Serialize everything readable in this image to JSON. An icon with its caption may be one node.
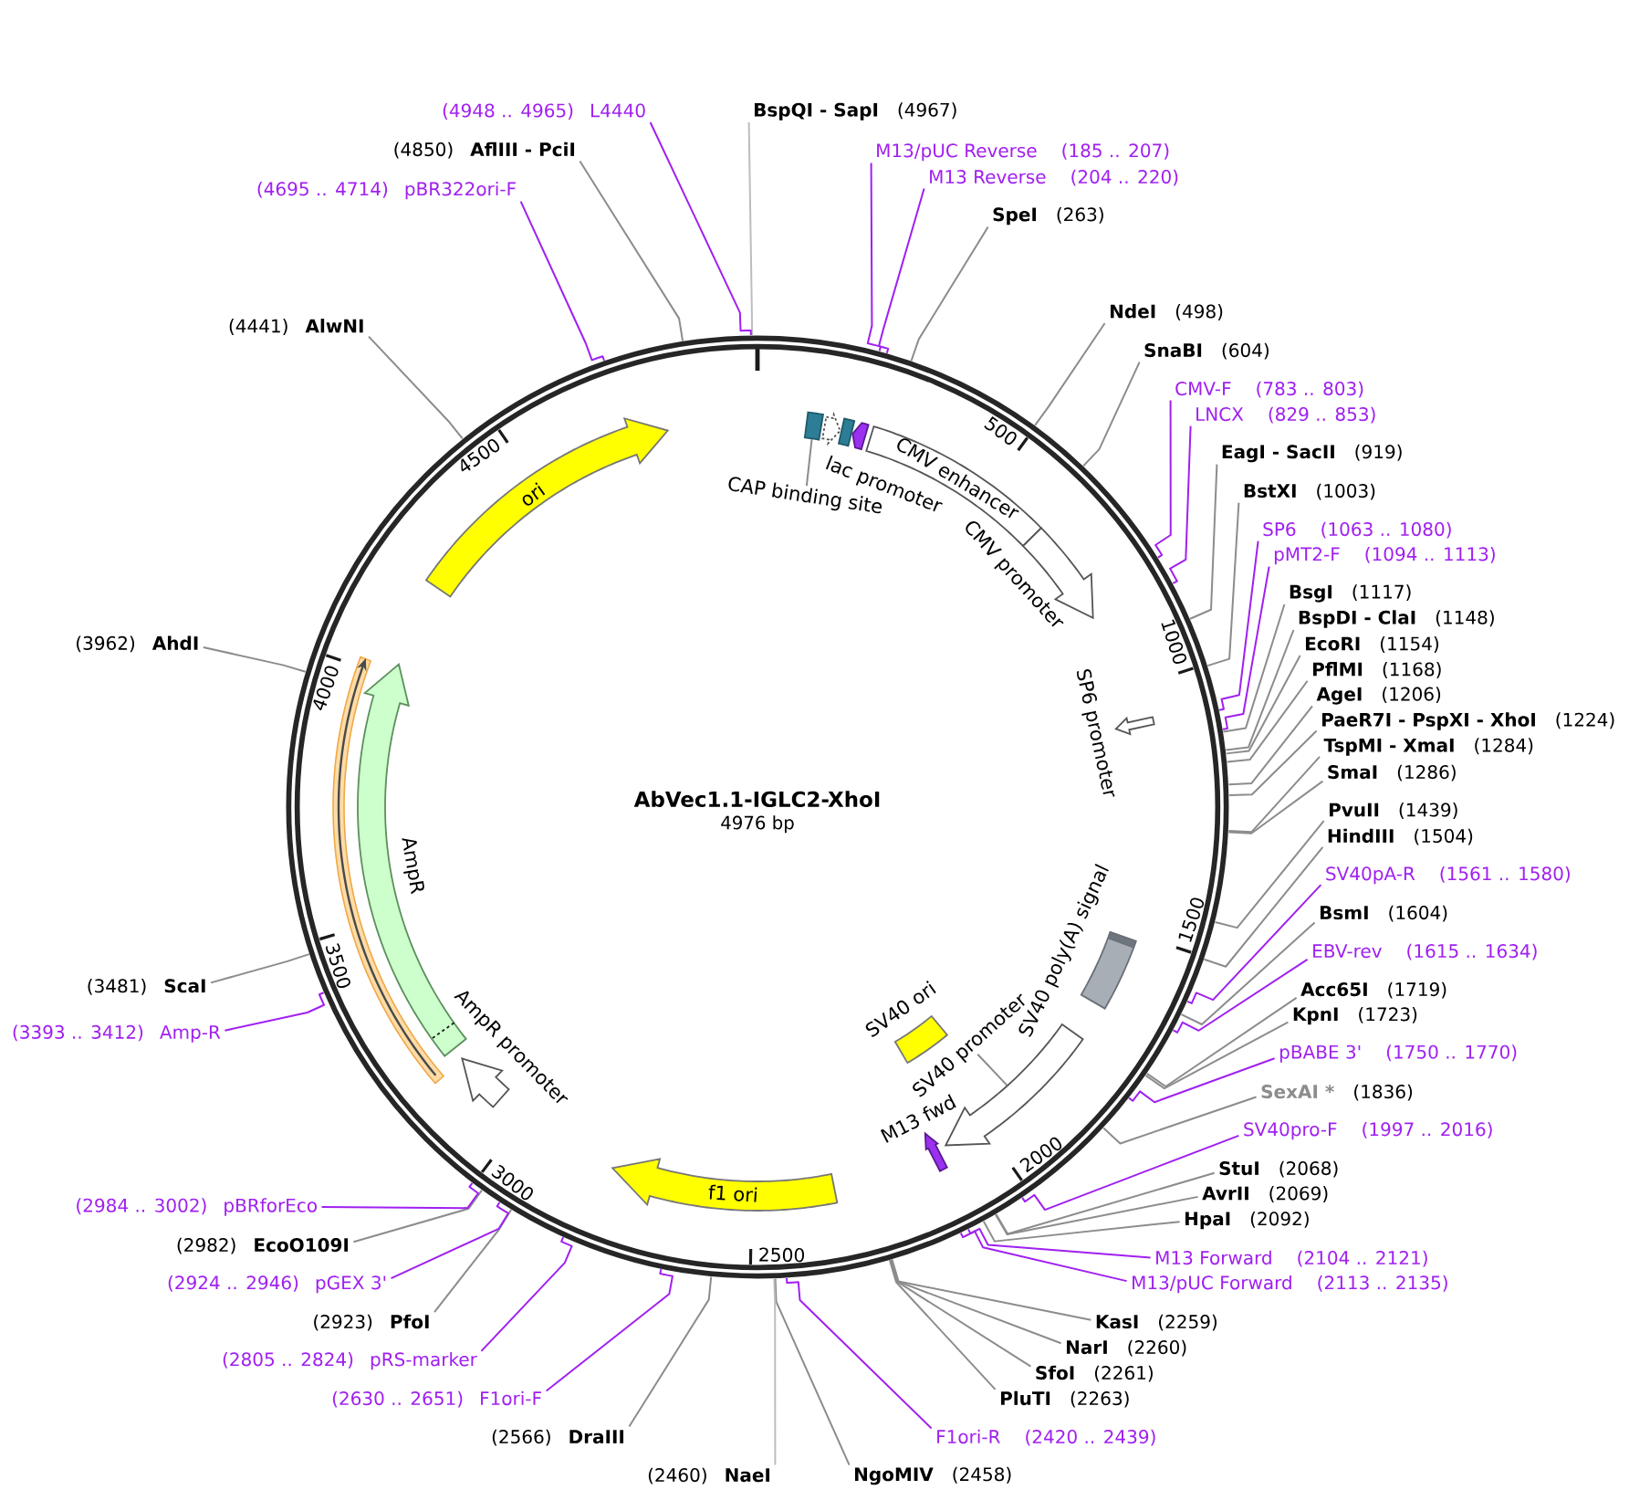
{
  "diagram": {
    "title": "AbVec1.1-IGLC2-XhoI",
    "nodes": [
      {
        "text": [
          "BspQI - SapI",
          "(4967)"
        ]
      },
      {
        "text": [
          "M13/pUC Reverse",
          "(185 .. 207)"
        ]
      },
      {
        "text": [
          "M13 Reverse",
          "(204 .. 220)"
        ]
      },
      {
        "text": [
          "SpeI",
          "(263)"
        ]
      },
      {
        "text": [
          "NdeI",
          "(498)"
        ]
      },
      {
        "text": [
          "SnaBI",
          "(604)"
        ]
      },
      {
        "text": [
          "CMV-F",
          "(783 .. 803)"
        ]
      },
      {
        "text": [
          "LNCX",
          "(829 .. 853)"
        ]
      },
      {
        "text": [
          "EagI - SacII",
          "(919)"
        ]
      },
      {
        "text": [
          "BstXI",
          "(1003)"
        ]
      },
      {
        "text": [
          "SP6",
          "(1063 .. 1080)"
        ]
      },
      {
        "text": [
          "pMT2-F",
          "(1094 .. 1113)"
        ]
      },
      {
        "text": [
          "BsgI",
          "(1117)"
        ]
      },
      {
        "text": [
          "BspDI - ClaI",
          "(1148)"
        ]
      },
      {
        "text": [
          "EcoRI",
          "(1154)"
        ]
      },
      {
        "text": [
          "PflMI",
          "(1168)"
        ]
      },
      {
        "text": [
          "AgeI",
          "(1206)"
        ]
      },
      {
        "text": [
          "PaeR7I - PspXI - XhoI",
          "(1224)"
        ]
      },
      {
        "text": [
          "TspMI - XmaI",
          "(1284)"
        ]
      },
      {
        "text": [
          "SmaI",
          "(1286)"
        ]
      },
      {
        "text": [
          "PvuII",
          "(1439)"
        ]
      },
      {
        "text": [
          "HindIII",
          "(1504)"
        ]
      },
      {
        "text": [
          "SV40pA-R",
          "(1561 .. 1580)"
        ]
      },
      {
        "text": [
          "BsmI",
          "(1604)"
        ]
      },
      {
        "text": [
          "EBV-rev",
          "(1615 .. 1634)"
        ]
      },
      {
        "text": [
          "Acc65I",
          "(1719)"
        ]
      },
      {
        "text": [
          "KpnI",
          "(1723)"
        ]
      },
      {
        "text": [
          "pBABE 3'",
          "(1750 .. 1770)"
        ]
      },
      {
        "text": [
          "SexAI *",
          "(1836)"
        ]
      },
      {
        "text": [
          "SV40pro-F",
          "(1997 .. 2016)"
        ]
      },
      {
        "text": [
          "StuI",
          "(2068)"
        ]
      },
      {
        "text": [
          "AvrII",
          "(2069)"
        ]
      },
      {
        "text": [
          "HpaI",
          "(2092)"
        ]
      },
      {
        "text": [
          "M13 Forward",
          "(2104 .. 2121)"
        ]
      },
      {
        "text": [
          "M13/pUC Forward",
          "(2113 .. 2135)"
        ]
      },
      {
        "text": [
          "KasI",
          "(2259)"
        ]
      },
      {
        "text": [
          "NarI",
          "(2260)"
        ]
      },
      {
        "text": [
          "SfoI",
          "(2261)"
        ]
      },
      {
        "text": [
          "PluTI",
          "(2263)"
        ]
      },
      {
        "text": [
          "F1ori-R",
          "(2420 .. 2439)"
        ]
      },
      {
        "text": [
          "NgoMIV",
          "(2458)"
        ]
      },
      {
        "text": [
          "(2460)",
          "NaeI"
        ]
      },
      {
        "text": [
          "(2566)",
          "DraIII"
        ]
      },
      {
        "text": [
          "(2630 .. 2651)",
          "F1ori-F"
        ]
      },
      {
        "text": [
          "(2805 .. 2824)",
          "pRS-marker"
        ]
      },
      {
        "text": [
          "(2923)",
          "PfoI"
        ]
      },
      {
        "text": [
          "(2924 .. 2946)",
          "pGEX 3'"
        ]
      },
      {
        "text": [
          "(2982)",
          "EcoO109I"
        ]
      },
      {
        "text": [
          "(2984 .. 3002)",
          "pBRforEco"
        ]
      },
      {
        "text": [
          "(3393 .. 3412)",
          "Amp-R"
        ]
      },
      {
        "text": [
          "(3481)",
          "ScaI"
        ]
      },
      {
        "text": [
          "(3962)",
          "AhdI"
        ]
      },
      {
        "text": [
          "(4441)",
          "AlwNI"
        ]
      },
      {
        "text": [
          "(4695 .. 4714)",
          "pBR322ori-F"
        ]
      },
      {
        "text": [
          "(4850)",
          "AflIII - PciI"
        ]
      },
      {
        "text": [
          "(4948 .. 4965)",
          "L4440"
        ]
      },
      {
        "text": [],
        "shape": "circle"
      },
      {
        "text": [],
        "shape": "box",
        "in": 56
      },
      {
        "text": [
          "CAP binding site"
        ],
        "in": 56
      },
      {
        "text": [
          "lac promoter"
        ],
        "in": 56
      },
      {
        "text": [],
        "shape": "box",
        "in": 56
      },
      {
        "text": [],
        "shape": "arrow",
        "in": 56
      },
      {
        "text": [
          "CMV enhancer"
        ],
        "in": 56
      },
      {
        "text": [
          "CMV promoter"
        ],
        "in": 56
      },
      {
        "text": [
          "SP6 promoter"
        ],
        "in": 56
      },
      {
        "text": [
          "SV40 poly(A) signal"
        ],
        "in": 56
      },
      {
        "text": [],
        "shape": "arrow",
        "in": 56
      },
      {
        "text": [
          "SV40 promoter"
        ],
        "in": 56
      },
      {
        "text": [
          "SV40 ori"
        ],
        "in": 56
      },
      {
        "text": [
          "M13 fwd"
        ],
        "in": 56
      },
      {
        "text": [
          "f1 ori"
        ],
        "in": 56
      },
      {
        "text": [
          "AmpR promoter"
        ],
        "in": 56
      },
      {
        "text": [
          "AmpR"
        ],
        "in": 56
      },
      {
        "text": [
          "ori"
        ],
        "in": 56
      }
    ],
    "edges": [
      {
        "from": 0,
        "to": 56,
        "arrow": "none",
        "color": "#bdbdbd"
      },
      {
        "from": 1,
        "to": 56,
        "arrow": "none",
        "color": "#a020f0"
      },
      {
        "from": 2,
        "to": 56,
        "arrow": "none",
        "color": "#a020f0"
      },
      {
        "from": 3,
        "to": 56,
        "arrow": "none"
      },
      {
        "from": 4,
        "to": 56,
        "arrow": "none"
      },
      {
        "from": 5,
        "to": 56,
        "arrow": "none"
      },
      {
        "from": 6,
        "to": 56,
        "arrow": "none",
        "color": "#a020f0"
      },
      {
        "from": 7,
        "to": 56,
        "arrow": "none",
        "color": "#a020f0"
      },
      {
        "from": 8,
        "to": 56,
        "arrow": "none"
      },
      {
        "from": 9,
        "to": 56,
        "arrow": "none"
      },
      {
        "from": 10,
        "to": 56,
        "arrow": "none",
        "color": "#a020f0"
      },
      {
        "from": 11,
        "to": 56,
        "arrow": "none",
        "color": "#a020f0"
      },
      {
        "from": 12,
        "to": 56,
        "arrow": "none"
      },
      {
        "from": 13,
        "to": 56,
        "arrow": "none"
      },
      {
        "from": 14,
        "to": 56,
        "arrow": "none"
      },
      {
        "from": 15,
        "to": 56,
        "arrow": "none"
      },
      {
        "from": 16,
        "to": 56,
        "arrow": "none"
      },
      {
        "from": 17,
        "to": 56,
        "arrow": "none"
      },
      {
        "from": 18,
        "to": 56,
        "arrow": "none"
      },
      {
        "from": 19,
        "to": 56,
        "arrow": "none"
      },
      {
        "from": 20,
        "to": 56,
        "arrow": "none"
      },
      {
        "from": 21,
        "to": 56,
        "arrow": "none"
      },
      {
        "from": 22,
        "to": 56,
        "arrow": "none",
        "color": "#a020f0"
      },
      {
        "from": 23,
        "to": 56,
        "arrow": "none"
      },
      {
        "from": 24,
        "to": 56,
        "arrow": "none",
        "color": "#a020f0"
      },
      {
        "from": 25,
        "to": 56,
        "arrow": "none"
      },
      {
        "from": 26,
        "to": 56,
        "arrow": "none"
      },
      {
        "from": 27,
        "to": 56,
        "arrow": "none",
        "color": "#a020f0"
      },
      {
        "from": 28,
        "to": 56,
        "arrow": "none"
      },
      {
        "from": 29,
        "to": 56,
        "arrow": "none",
        "color": "#a020f0"
      },
      {
        "from": 30,
        "to": 56,
        "arrow": "none"
      },
      {
        "from": 31,
        "to": 56,
        "arrow": "none"
      },
      {
        "from": 32,
        "to": 56,
        "arrow": "none"
      },
      {
        "from": 33,
        "to": 56,
        "arrow": "none",
        "color": "#a020f0"
      },
      {
        "from": 34,
        "to": 56,
        "arrow": "none",
        "color": "#a020f0"
      },
      {
        "from": 35,
        "to": 56,
        "arrow": "none"
      },
      {
        "from": 36,
        "to": 56,
        "arrow": "none"
      },
      {
        "from": 37,
        "to": 56,
        "arrow": "none"
      },
      {
        "from": 38,
        "to": 56,
        "arrow": "none"
      },
      {
        "from": 39,
        "to": 56,
        "arrow": "none",
        "color": "#a020f0"
      },
      {
        "from": 40,
        "to": 56,
        "arrow": "none"
      },
      {
        "from": 41,
        "to": 56,
        "arrow": "none",
        "color": "#bdbdbd"
      },
      {
        "from": 42,
        "to": 56,
        "arrow": "none"
      },
      {
        "from": 43,
        "to": 56,
        "arrow": "none",
        "color": "#a020f0"
      },
      {
        "from": 44,
        "to": 56,
        "arrow": "none",
        "color": "#a020f0"
      },
      {
        "from": 45,
        "to": 56,
        "arrow": "none"
      },
      {
        "from": 46,
        "to": 56,
        "arrow": "none",
        "color": "#a020f0"
      },
      {
        "from": 47,
        "to": 56,
        "arrow": "none"
      },
      {
        "from": 48,
        "to": 56,
        "arrow": "none",
        "color": "#a020f0"
      },
      {
        "from": 49,
        "to": 56,
        "arrow": "none",
        "color": "#a020f0"
      },
      {
        "from": 50,
        "to": 56,
        "arrow": "none"
      },
      {
        "from": 51,
        "to": 56,
        "arrow": "none"
      },
      {
        "from": 52,
        "to": 56,
        "arrow": "none"
      },
      {
        "from": 53,
        "to": 56,
        "arrow": "none",
        "color": "#a020f0"
      },
      {
        "from": 54,
        "to": 56,
        "arrow": "none"
      },
      {
        "from": 55,
        "to": 56,
        "arrow": "none",
        "color": "#a020f0"
      },
      {
        "from": 58,
        "to": 57,
        "arrow": "none"
      },
      {
        "from": 67,
        "to": 66,
        "arrow": "none"
      }
    ],
    "labels": [
      "4976 bp",
      "500",
      "1000",
      "1500",
      "2000",
      "2500",
      "3000",
      "3500",
      "4000",
      "4500"
    ]
  }
}
